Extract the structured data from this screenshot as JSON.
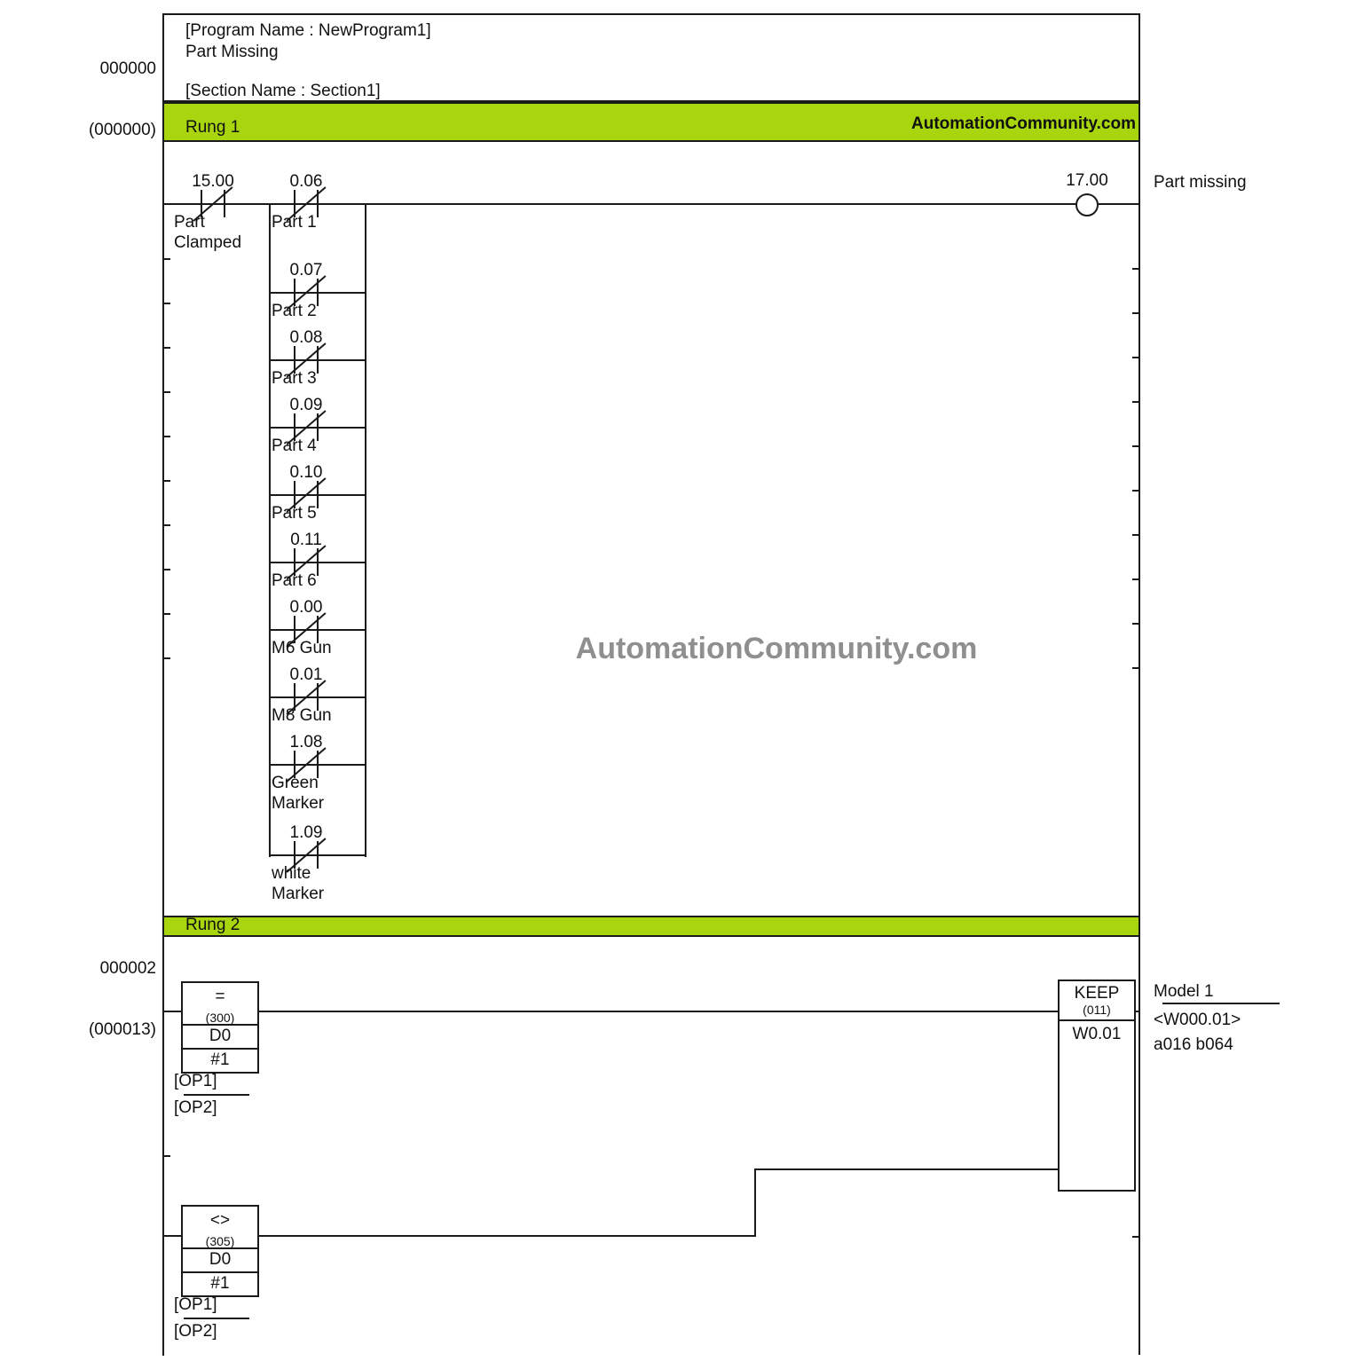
{
  "step_labels": {
    "rung1": {
      "number": "000000",
      "paren": "(000000)"
    },
    "rung2": {
      "number": "000002",
      "paren": "(000013)"
    }
  },
  "header": {
    "program_line": "[Program Name : NewProgram1]",
    "comment": "Part Missing",
    "section_line": "[Section Name : Section1]"
  },
  "rung1": {
    "title": "Rung 1",
    "brand": "AutomationCommunity.com",
    "series_contact": {
      "address": "15.00",
      "name_lines": [
        "Part",
        "Clamped"
      ],
      "type": "normally-closed"
    },
    "parallel_contacts": [
      {
        "address": "0.06",
        "name_lines": [
          "Part 1"
        ],
        "type": "normally-closed"
      },
      {
        "address": "0.07",
        "name_lines": [
          "Part 2"
        ],
        "type": "normally-closed"
      },
      {
        "address": "0.08",
        "name_lines": [
          "Part 3"
        ],
        "type": "normally-closed"
      },
      {
        "address": "0.09",
        "name_lines": [
          "Part 4"
        ],
        "type": "normally-closed"
      },
      {
        "address": "0.10",
        "name_lines": [
          "Part 5"
        ],
        "type": "normally-closed"
      },
      {
        "address": "0.11",
        "name_lines": [
          "Part 6"
        ],
        "type": "normally-closed"
      },
      {
        "address": "0.00",
        "name_lines": [
          "M6 Gun"
        ],
        "type": "normally-closed"
      },
      {
        "address": "0.01",
        "name_lines": [
          "M8 Gun"
        ],
        "type": "normally-closed"
      },
      {
        "address": "1.08",
        "name_lines": [
          "Green",
          "Marker"
        ],
        "type": "normally-closed"
      },
      {
        "address": "1.09",
        "name_lines": [
          "white",
          "Marker"
        ],
        "type": "normally-closed"
      }
    ],
    "coil": {
      "address": "17.00",
      "comment": "Part missing"
    }
  },
  "watermark": "AutomationCommunity.com",
  "rung2": {
    "title": "Rung 2",
    "compare_blocks": [
      {
        "symbol": "=",
        "code": "(300)",
        "operand1": "D0",
        "operand2": "#1",
        "op1_label": "[OP1]",
        "op2_label": "[OP2]"
      },
      {
        "symbol": "<>",
        "code": "(305)",
        "operand1": "D0",
        "operand2": "#1",
        "op1_label": "[OP1]",
        "op2_label": "[OP2]"
      }
    ],
    "keep_block": {
      "name": "KEEP",
      "code": "(011)",
      "operand": "W0.01"
    },
    "output_comment": {
      "title": "Model 1",
      "address": "<W000.01>",
      "detail": "a016 b064"
    }
  },
  "colors": {
    "rung_bar_green": "#a9d50f",
    "watermark_gray": "#8f8f8f",
    "line_black": "#1a1a1a"
  }
}
